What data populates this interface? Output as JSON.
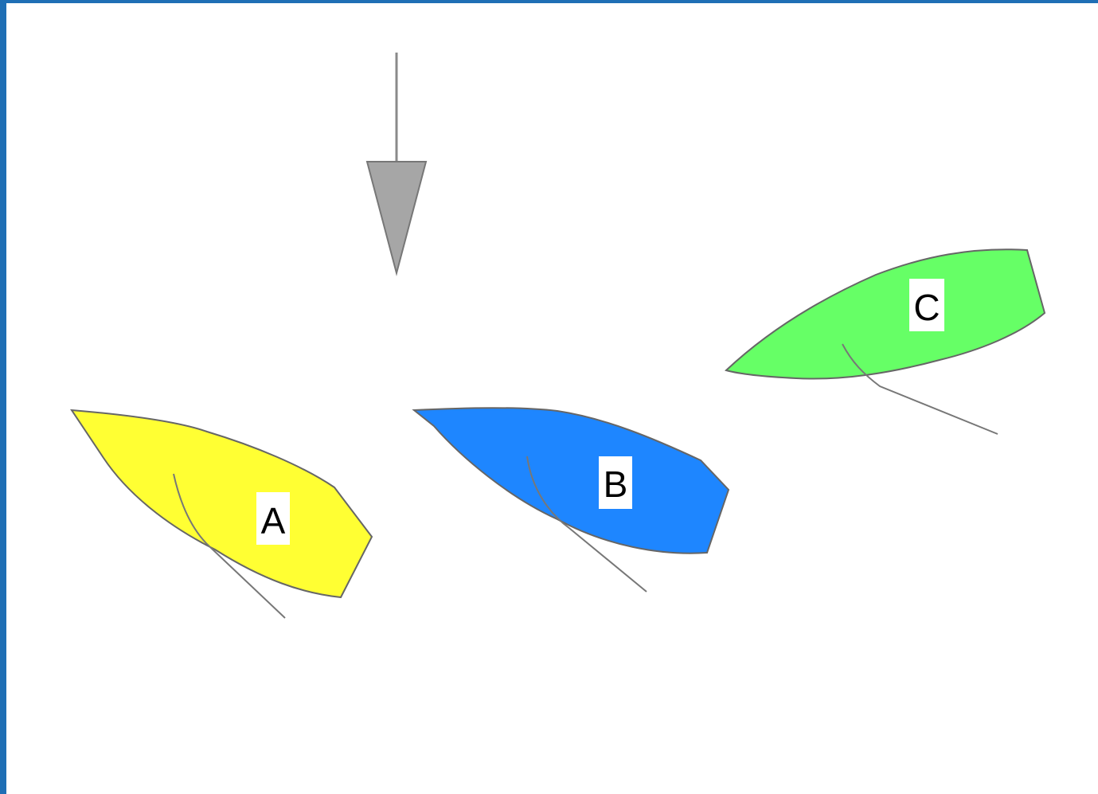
{
  "colors": {
    "frame": "#1f6fb5",
    "wind_arrow": "#a6a6a6",
    "boat_a": "#ffff33",
    "boat_b": "#1e86ff",
    "boat_c": "#66ff66",
    "hull_outline": "#666666",
    "sail_line": "#777777",
    "label_background": "#ffffff"
  },
  "wind_indicator": {
    "icon": "wind-direction-arrow-icon",
    "direction": "down"
  },
  "boats": [
    {
      "id": "a",
      "label": "A",
      "color": "#ffff33",
      "icon": "sailboat-hull-icon"
    },
    {
      "id": "b",
      "label": "B",
      "color": "#1e86ff",
      "icon": "sailboat-hull-icon"
    },
    {
      "id": "c",
      "label": "C",
      "color": "#66ff66",
      "icon": "sailboat-hull-icon"
    }
  ]
}
